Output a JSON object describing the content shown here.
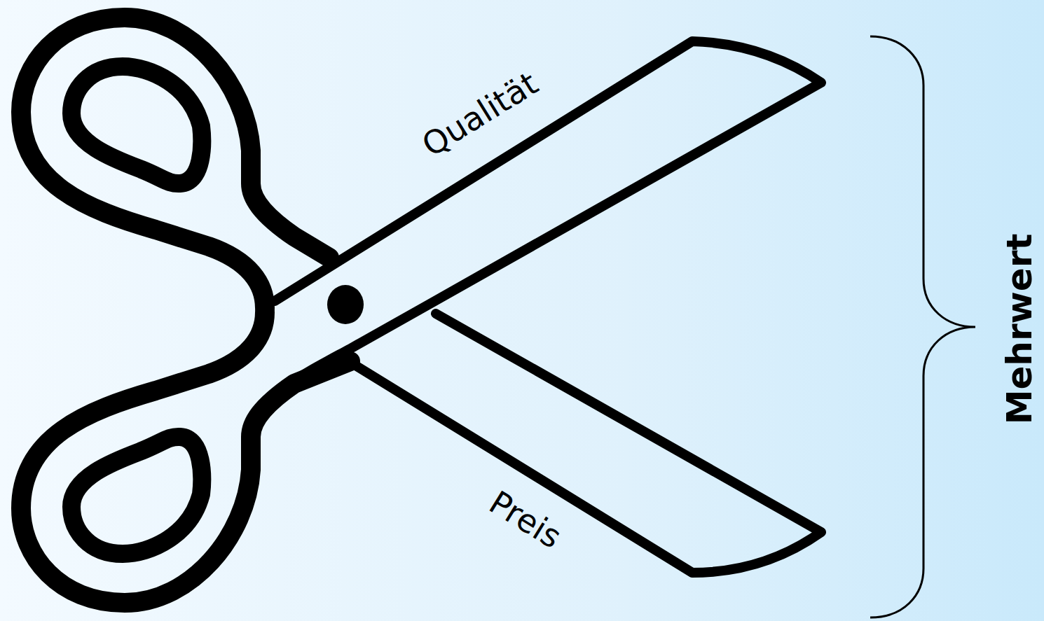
{
  "diagram": {
    "labels": [
      "Qualität",
      "Preis",
      "Mehrwert"
    ]
  }
}
